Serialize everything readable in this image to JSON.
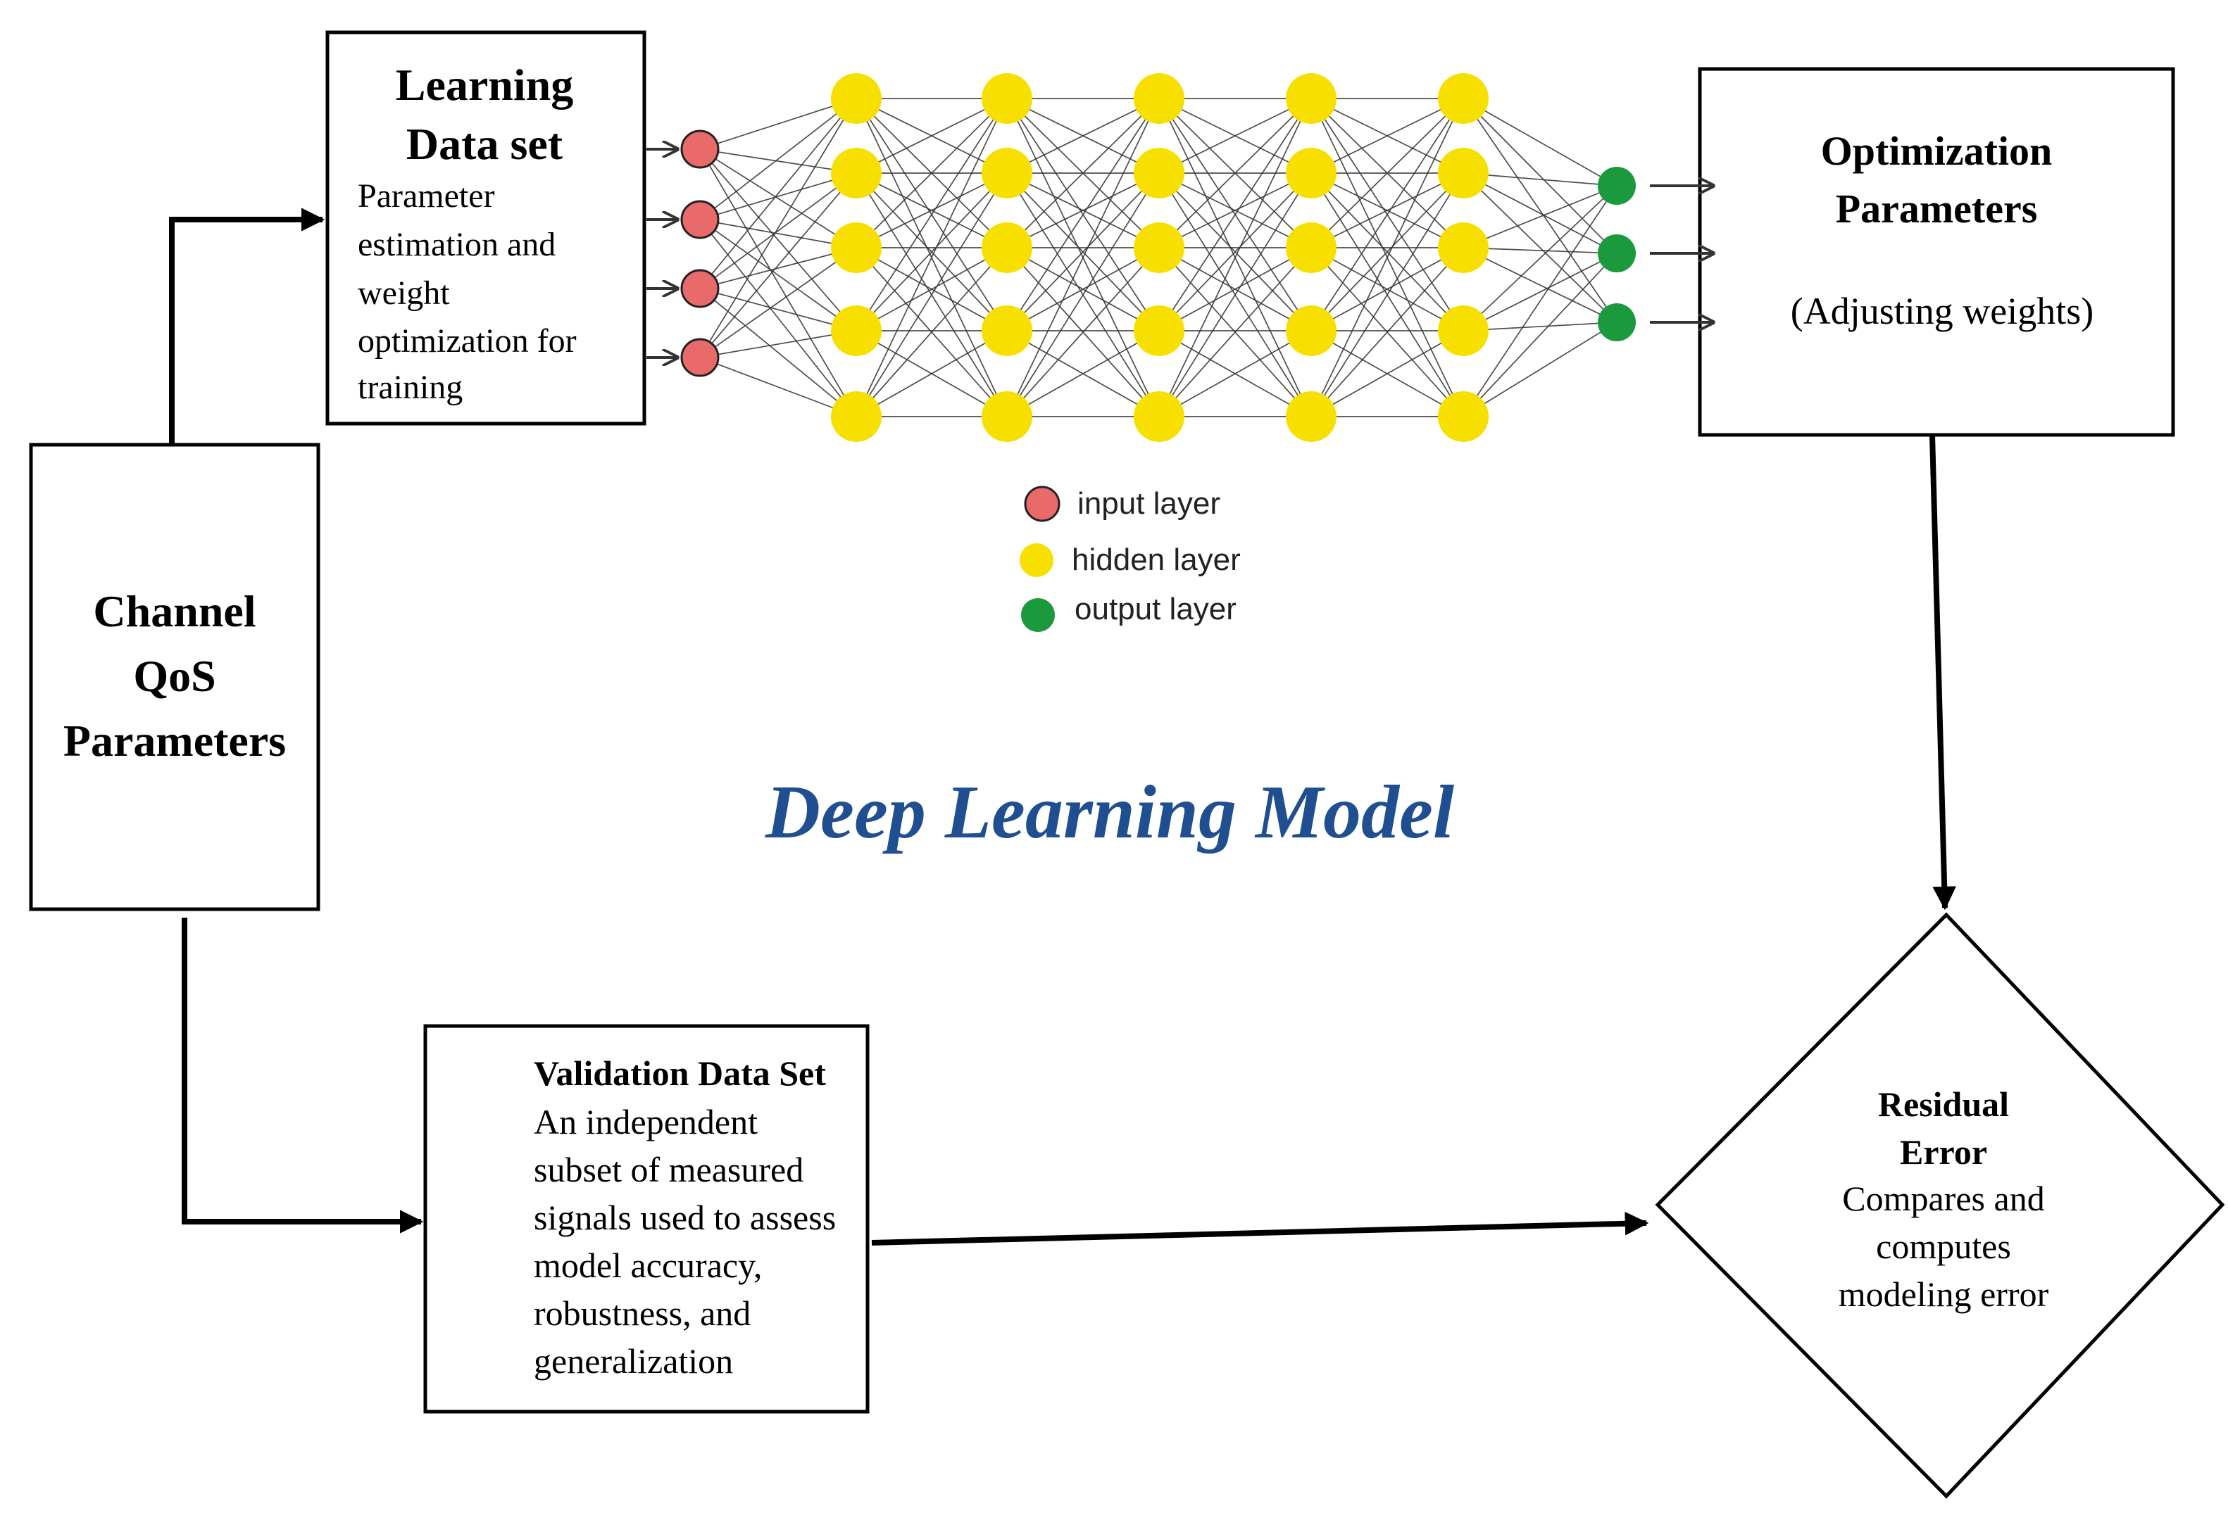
{
  "title": "Deep Learning Model",
  "colors": {
    "title": "#1f4e91",
    "input_node": "#e96a6a",
    "hidden_node": "#f7e000",
    "output_node": "#1a9a3c",
    "line": "#000000"
  },
  "boxes": {
    "channel": {
      "lines": [
        "Channel",
        "QoS",
        "Parameters"
      ]
    },
    "learning": {
      "title_lines": [
        "Learning",
        "Data set"
      ],
      "body_lines": [
        "Parameter",
        "estimation and",
        "weight",
        "optimization for",
        "training"
      ]
    },
    "optimization": {
      "title_lines": [
        "Optimization",
        "Parameters"
      ],
      "body": "(Adjusting weights)"
    },
    "validation": {
      "title": "Validation Data Set",
      "body_lines": [
        "An independent",
        "subset of measured",
        "signals used to assess",
        "model accuracy,",
        "robustness, and",
        "generalization"
      ]
    },
    "residual": {
      "title_lines": [
        "Residual",
        "Error"
      ],
      "body_lines": [
        "Compares and",
        "computes",
        "modeling error"
      ]
    }
  },
  "network": {
    "layer_sizes": [
      4,
      5,
      5,
      5,
      5,
      5,
      3
    ],
    "legend": [
      {
        "label": "input layer",
        "color": "#e96a6a"
      },
      {
        "label": "hidden layer",
        "color": "#f7e000"
      },
      {
        "label": "output layer",
        "color": "#1a9a3c"
      }
    ]
  }
}
